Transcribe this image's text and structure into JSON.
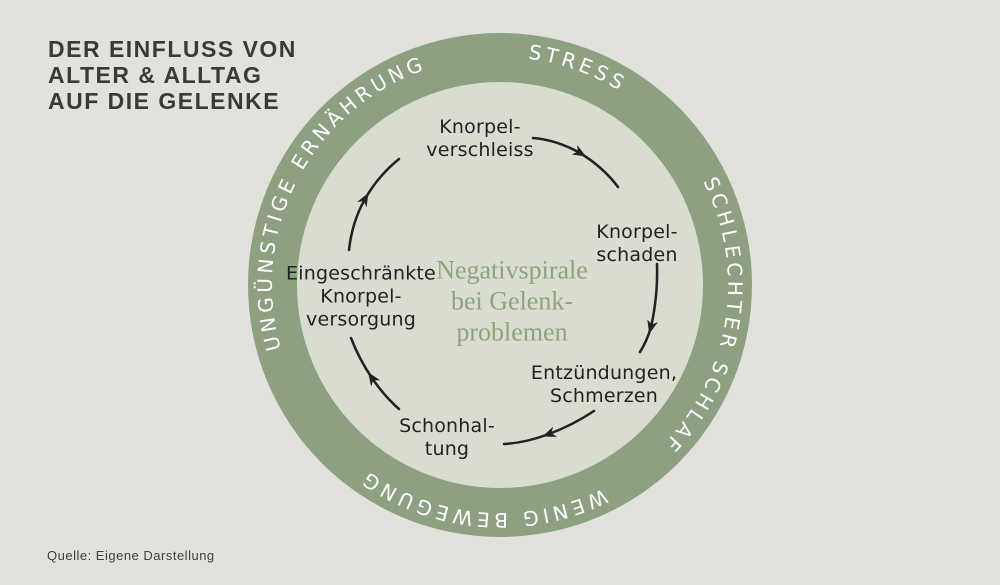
{
  "title": {
    "lines": [
      "DER EINFLUSS VON",
      "ALTER & ALLTAG",
      "AUF DIE GELENKE"
    ]
  },
  "source": "Quelle: Eigene Darstellung",
  "diagram": {
    "center_label": {
      "lines": [
        "Negativspirale",
        "bei Gelenk-",
        "problemen"
      ]
    },
    "ring_labels": {
      "left": "UNGÜNSTIGE ERNÄHRUNG",
      "top": "STRESS",
      "right": "SCHLECHTER SCHLAF",
      "bottom": "WENIG BEWEGUNG"
    },
    "cycle_labels": {
      "top": [
        "Knorpel-",
        "verschleiss"
      ],
      "right": [
        "Knorpel-",
        "schaden"
      ],
      "bottom_right": [
        "Entzündungen,",
        "Schmerzen"
      ],
      "bottom": [
        "Schonhal-",
        "tung"
      ],
      "left": [
        "Eingeschränkte",
        "Knorpel-",
        "versorgung"
      ]
    },
    "flow_direction": "clockwise"
  },
  "colors": {
    "background": "#E2E1DC",
    "ring": "#8DA081",
    "inner_circle": "#D8DDD0",
    "ring_text": "#FFFFFF",
    "center_text": "#8FA37E",
    "label_text": "#222222",
    "title_text": "#3A3A3A"
  }
}
